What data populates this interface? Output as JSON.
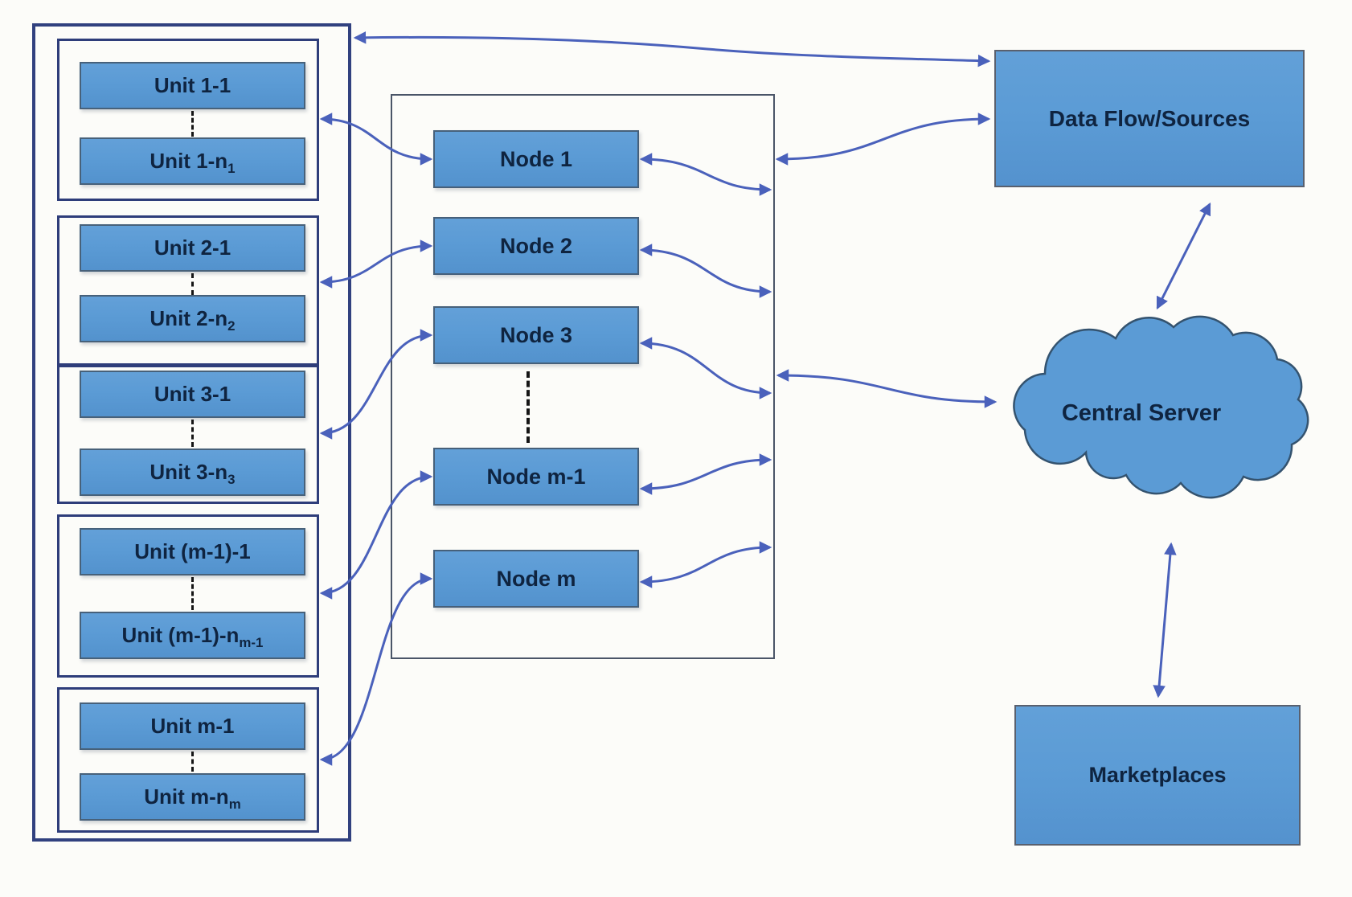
{
  "diagram": {
    "left_panel": {
      "groups": [
        {
          "units": [
            {
              "base": "Unit 1-1"
            },
            {
              "base": "Unit 1-n",
              "sub": "1"
            }
          ]
        },
        {
          "units": [
            {
              "base": "Unit 2-1"
            },
            {
              "base": "Unit 2-n",
              "sub": "2"
            }
          ]
        },
        {
          "units": [
            {
              "base": "Unit 3-1"
            },
            {
              "base": "Unit 3-n",
              "sub": "3"
            }
          ]
        },
        {
          "units": [
            {
              "base": "Unit (m-1)-1"
            },
            {
              "base": "Unit (m-1)-n",
              "sub": "m-1"
            }
          ]
        },
        {
          "units": [
            {
              "base": "Unit m-1"
            },
            {
              "base": "Unit m-n",
              "sub": "m"
            }
          ]
        }
      ]
    },
    "node_panel": {
      "nodes": [
        {
          "label": "Node 1"
        },
        {
          "label": "Node 2"
        },
        {
          "label": "Node 3"
        },
        {
          "label": "Node m-1"
        },
        {
          "label": "Node m"
        }
      ]
    },
    "data_flow": {
      "label": "Data Flow/Sources"
    },
    "central_server": {
      "label": "Central Server"
    },
    "marketplaces": {
      "label": "Marketplaces"
    },
    "colors": {
      "box_fill": "#5b9bd5",
      "arrow": "#4a61bb",
      "panel_border": "#31417f",
      "text": "#0f2440"
    }
  }
}
